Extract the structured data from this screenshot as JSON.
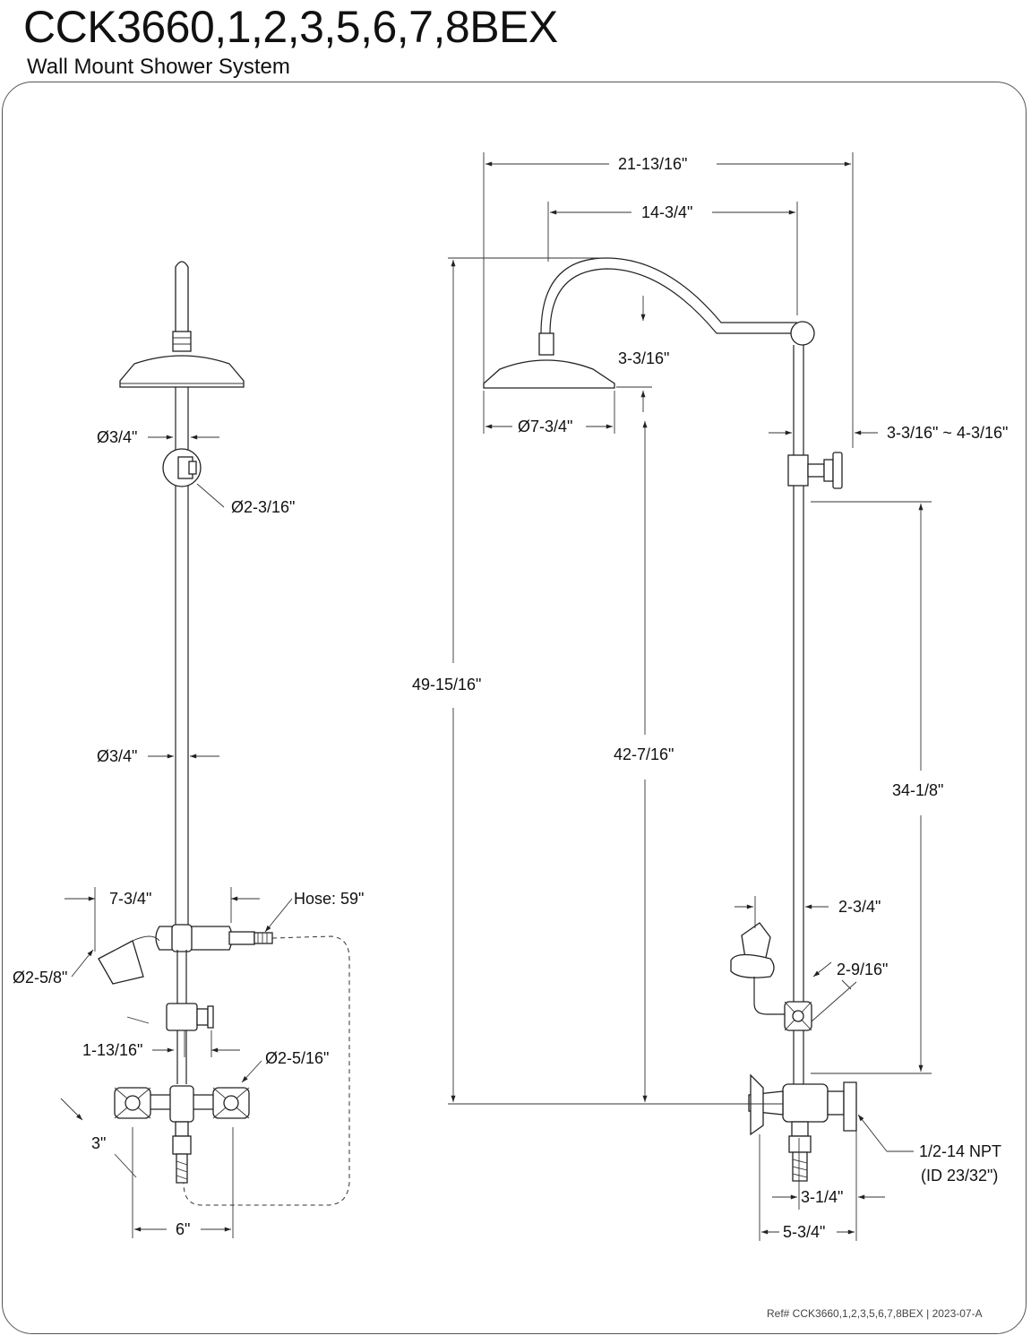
{
  "header": {
    "model": "CCK3660,1,2,3,5,6,7,8BEX",
    "subtitle": "Wall Mount Shower System"
  },
  "dimensions": {
    "pipe_dia_top": "Ø3/4\"",
    "ring_dia": "Ø2-3/16\"",
    "pipe_dia_mid": "Ø3/4\"",
    "handshower_len": "7-3/4\"",
    "hose": "Hose: 59\"",
    "handshower_dia": "Ø2-5/8\"",
    "valve_offset": "1-13/16\"",
    "handle_dia": "Ø2-5/16\"",
    "handle_width": "3\"",
    "centers": "6\"",
    "overall_width": "21-13/16\"",
    "arm_reach": "14-3/4\"",
    "arm_drop": "3-3/16\"",
    "head_dia": "Ø7-3/4\"",
    "wall_projection": "3-3/16\" ~ 4-3/16\"",
    "overall_height": "49-15/16\"",
    "head_height": "42-7/16\"",
    "riser_height": "34-1/8\"",
    "diverter_proj": "2-3/4\"",
    "cradle_height": "2-9/16\"",
    "npt": "1/2-14 NPT",
    "npt_id": "(ID 23/32\")",
    "valve_proj": "3-1/4\"",
    "valve_depth": "5-3/4\""
  },
  "footer": {
    "ref": "Ref# CCK3660,1,2,3,5,6,7,8BEX | 2023-07-A"
  }
}
